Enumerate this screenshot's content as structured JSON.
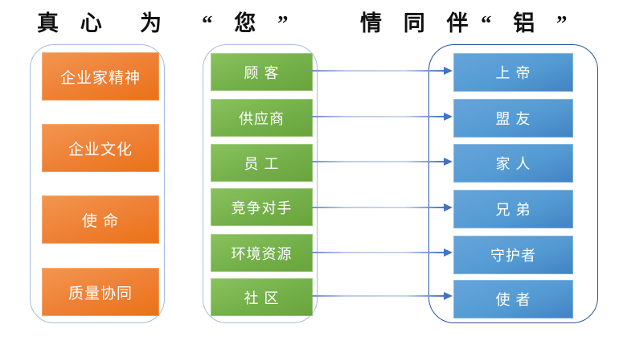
{
  "title": {
    "segments": [
      "真 心",
      "为",
      "“ 您 ”",
      "情 同 伴",
      "“ 铝 ”"
    ],
    "full_text": "真心为“您” 情同伴“铝”"
  },
  "columns": {
    "left": {
      "label": "culture-values",
      "items": [
        "企业家精神",
        "企业文化",
        "使 命",
        "质量协同"
      ]
    },
    "middle": {
      "label": "stakeholders",
      "items": [
        "顾 客",
        "供应商",
        "员 工",
        "竞争对手",
        "环境资源",
        "社 区"
      ]
    },
    "right": {
      "label": "metaphors",
      "items": [
        "上 帝",
        "盟 友",
        "家 人",
        "兄 弟",
        "守护者",
        "使 者"
      ]
    }
  },
  "connections": [
    {
      "from": "顾 客",
      "to": "上 帝"
    },
    {
      "from": "供应商",
      "to": "盟 友"
    },
    {
      "from": "员 工",
      "to": "家 人"
    },
    {
      "from": "竞争对手",
      "to": "兄 弟"
    },
    {
      "from": "环境资源",
      "to": "守护者"
    },
    {
      "from": "社 区",
      "to": "使 者"
    }
  ],
  "colors": {
    "orange_box": "#ED7D31",
    "green_box": "#70AD47",
    "blue_box": "#5B9BD5",
    "connector": "#4472C4",
    "frame_border_light": "#A9BBDE",
    "frame_border_dark": "#2F5597",
    "title_text": "#111111",
    "box_text": "#FFFFFF",
    "background": "#FFFFFF"
  }
}
